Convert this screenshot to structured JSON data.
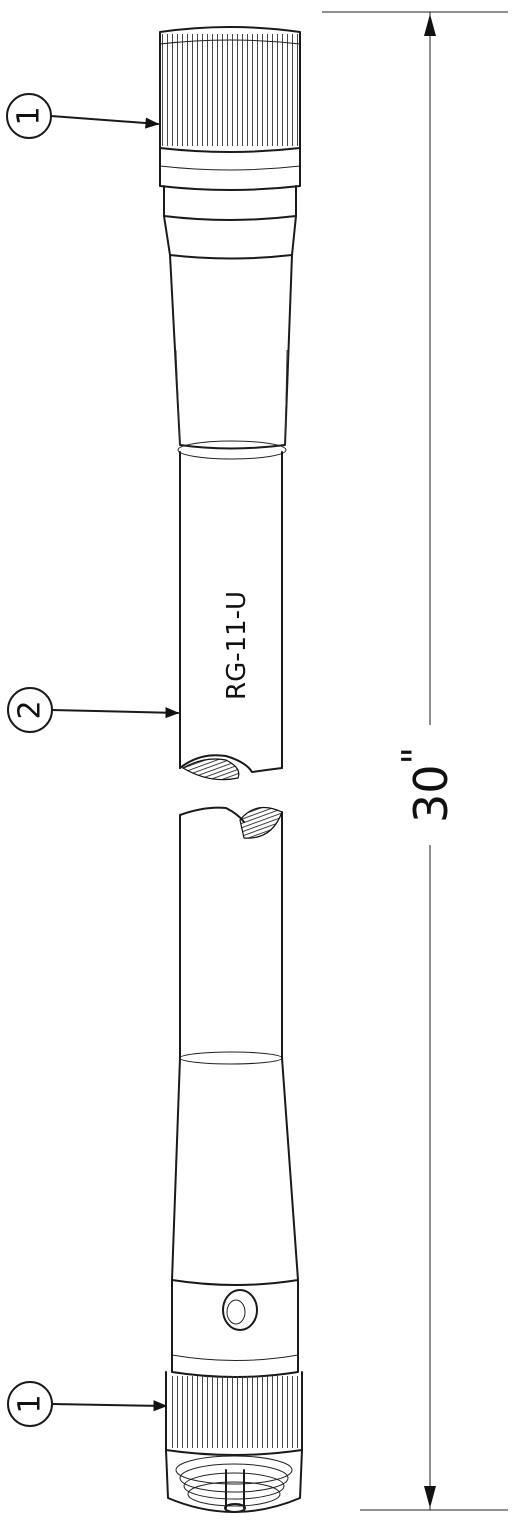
{
  "callouts": [
    {
      "number": "1",
      "target": "top-connector"
    },
    {
      "number": "2",
      "target": "coax-cable"
    },
    {
      "number": "1",
      "target": "bottom-connector"
    }
  ],
  "cable": {
    "marking": "RG-11-U"
  },
  "dimension": {
    "value": "30",
    "unit_mark": "\""
  }
}
